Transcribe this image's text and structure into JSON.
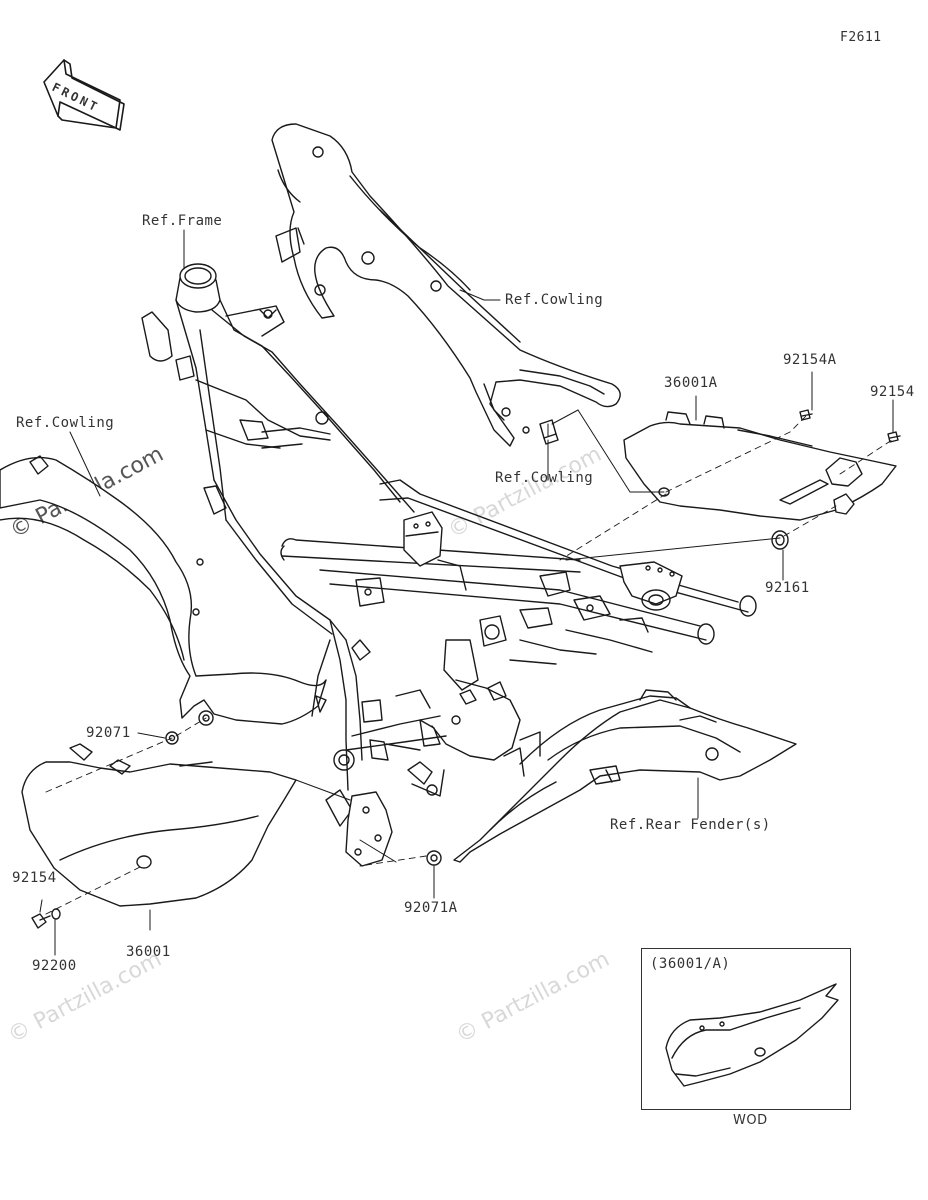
{
  "figure_code": "F2611",
  "front_arrow_text": "FRONT",
  "callouts": {
    "ref_frame": "Ref.Frame",
    "ref_cowling_top": "Ref.Cowling",
    "ref_cowling_left": "Ref.Cowling",
    "ref_cowling_mid": "Ref.Cowling",
    "part_36001a": "36001A",
    "part_92154a": "92154A",
    "part_92154_right": "92154",
    "part_92161": "92161",
    "part_92071": "92071",
    "ref_rear_fender": "Ref.Rear Fender(s)",
    "part_92154_left": "92154",
    "part_92200": "92200",
    "part_36001": "36001",
    "part_92071a": "92071A"
  },
  "inset": {
    "title": "(36001/A)",
    "caption": "WOD"
  },
  "watermark_text": "© Partzilla.com"
}
